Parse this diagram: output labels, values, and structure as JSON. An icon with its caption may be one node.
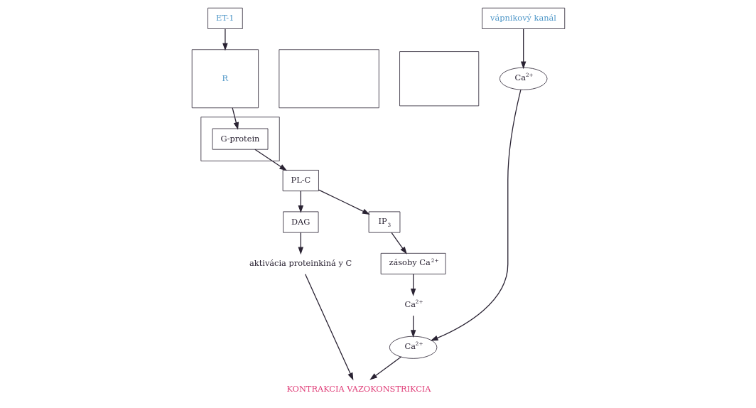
{
  "diagram": {
    "nodes": [
      {
        "text": [
          "ET-1"
        ]
      },
      {
        "text": [
          "vápnikový kanál"
        ]
      },
      {
        "text": [],
        "shape": "box"
      },
      {
        "text": [
          "G-protein"
        ],
        "in": 2
      },
      {
        "text": [
          "R"
        ]
      },
      {
        "text": [],
        "shape": "box"
      },
      {
        "text": [],
        "shape": "box"
      },
      {
        "text": [
          "PL-C"
        ]
      },
      {
        "text": [
          "IP$_{3}$"
        ]
      },
      {
        "text": [
          "DAG"
        ]
      },
      {
        "text": [
          "zásoby Ca$^{2+}$"
        ]
      },
      {
        "text": [
          "Ca$^{2+}$"
        ]
      },
      {
        "text": [
          "Ca$^{2+}$"
        ]
      },
      {
        "text": [
          "Ca$^{2+}$"
        ]
      },
      {
        "text": [
          "aktivácia proteinkiná y C"
        ]
      },
      {
        "text": [
          "KONTRAKCIA VAZOKONSTRIKCIA"
        ]
      }
    ],
    "edges": [
      {
        "from": 0,
        "to": 4,
        "arrow": "to"
      },
      {
        "from": 4,
        "to": 3,
        "arrow": "to"
      },
      {
        "from": 3,
        "to": 7,
        "arrow": "to"
      },
      {
        "from": 7,
        "to": 8,
        "arrow": "to"
      },
      {
        "from": 7,
        "to": 9,
        "arrow": "to"
      },
      {
        "from": 1,
        "to": 11,
        "arrow": "to"
      },
      {
        "from": 8,
        "to": 10,
        "arrow": "to"
      },
      {
        "from": 9,
        "to": 14,
        "arrow": "to"
      },
      {
        "from": 10,
        "to": 12,
        "arrow": "to"
      },
      {
        "from": 12,
        "to": 13,
        "arrow": "to"
      },
      {
        "from": 11,
        "to": 13,
        "arrow": "to"
      },
      {
        "from": 13,
        "to": 15,
        "arrow": "to"
      },
      {
        "from": 14,
        "to": 15,
        "arrow": "to"
      }
    ]
  }
}
